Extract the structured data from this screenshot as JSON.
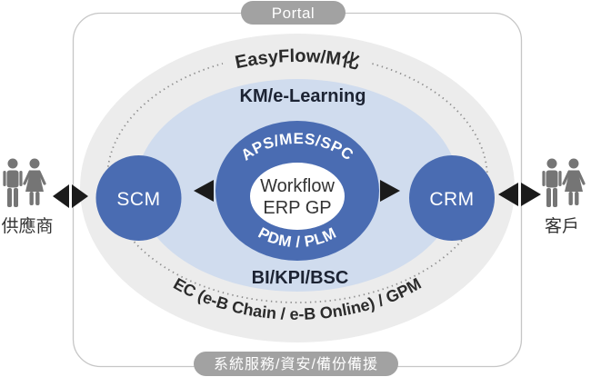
{
  "title": "ERP ecosystem diagram",
  "top_pill": {
    "label": "Portal"
  },
  "bottom_pill": {
    "label": "系統服務/資安/備份備援"
  },
  "rings": {
    "outer_arc_label": "EasyFlow/M化",
    "km_label": "KM/e-Learning",
    "bi_label": "BI/KPI/BSC",
    "ec_arc_label": "EC (e-B Chain / e-B Online) / GPM"
  },
  "core": {
    "top_arc_label": "APS/MES/SPC",
    "center_line1": "Workflow",
    "center_line2": "ERP GP",
    "bottom_arc_label": "PDM / PLM"
  },
  "nodes": {
    "left": "SCM",
    "right": "CRM"
  },
  "sides": {
    "left_label": "供應商",
    "right_label": "客戶"
  },
  "icons": {
    "left": [
      "man-icon",
      "woman-icon"
    ],
    "right": [
      "man-icon",
      "woman-icon"
    ],
    "arrows": [
      "left-arrow",
      "right-arrow"
    ]
  },
  "colors": {
    "node_blue": "#4a6cb2",
    "inner_ellipse_blue": "#d0dcee",
    "outer_ellipse_gray": "#ececec",
    "pill_gray": "#a2a2a2",
    "people_gray": "#757575",
    "border_gray": "#c6c6c6",
    "dot_gray": "#8f8f8f",
    "text_dark": "#2b2b2b",
    "text_navy": "#1c2333",
    "arrow_black": "#1b1b1b"
  }
}
